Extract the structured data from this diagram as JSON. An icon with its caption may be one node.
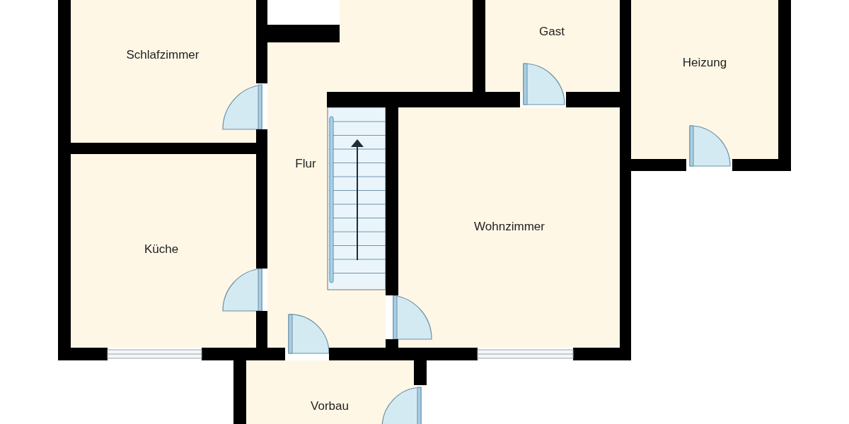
{
  "diagram": {
    "nodes": [
      {
        "text": [
          "Schlafzimmer"
        ]
      },
      {
        "text": [],
        "shape": "box"
      },
      {
        "text": [
          "Gast"
        ]
      },
      {
        "text": [
          "Heizung"
        ]
      },
      {
        "text": [
          "Flur"
        ]
      },
      {
        "text": [
          "Küche"
        ]
      },
      {
        "text": [
          "Wohnzimmer"
        ]
      },
      {
        "text": [
          "Vorbau"
        ]
      }
    ]
  }
}
